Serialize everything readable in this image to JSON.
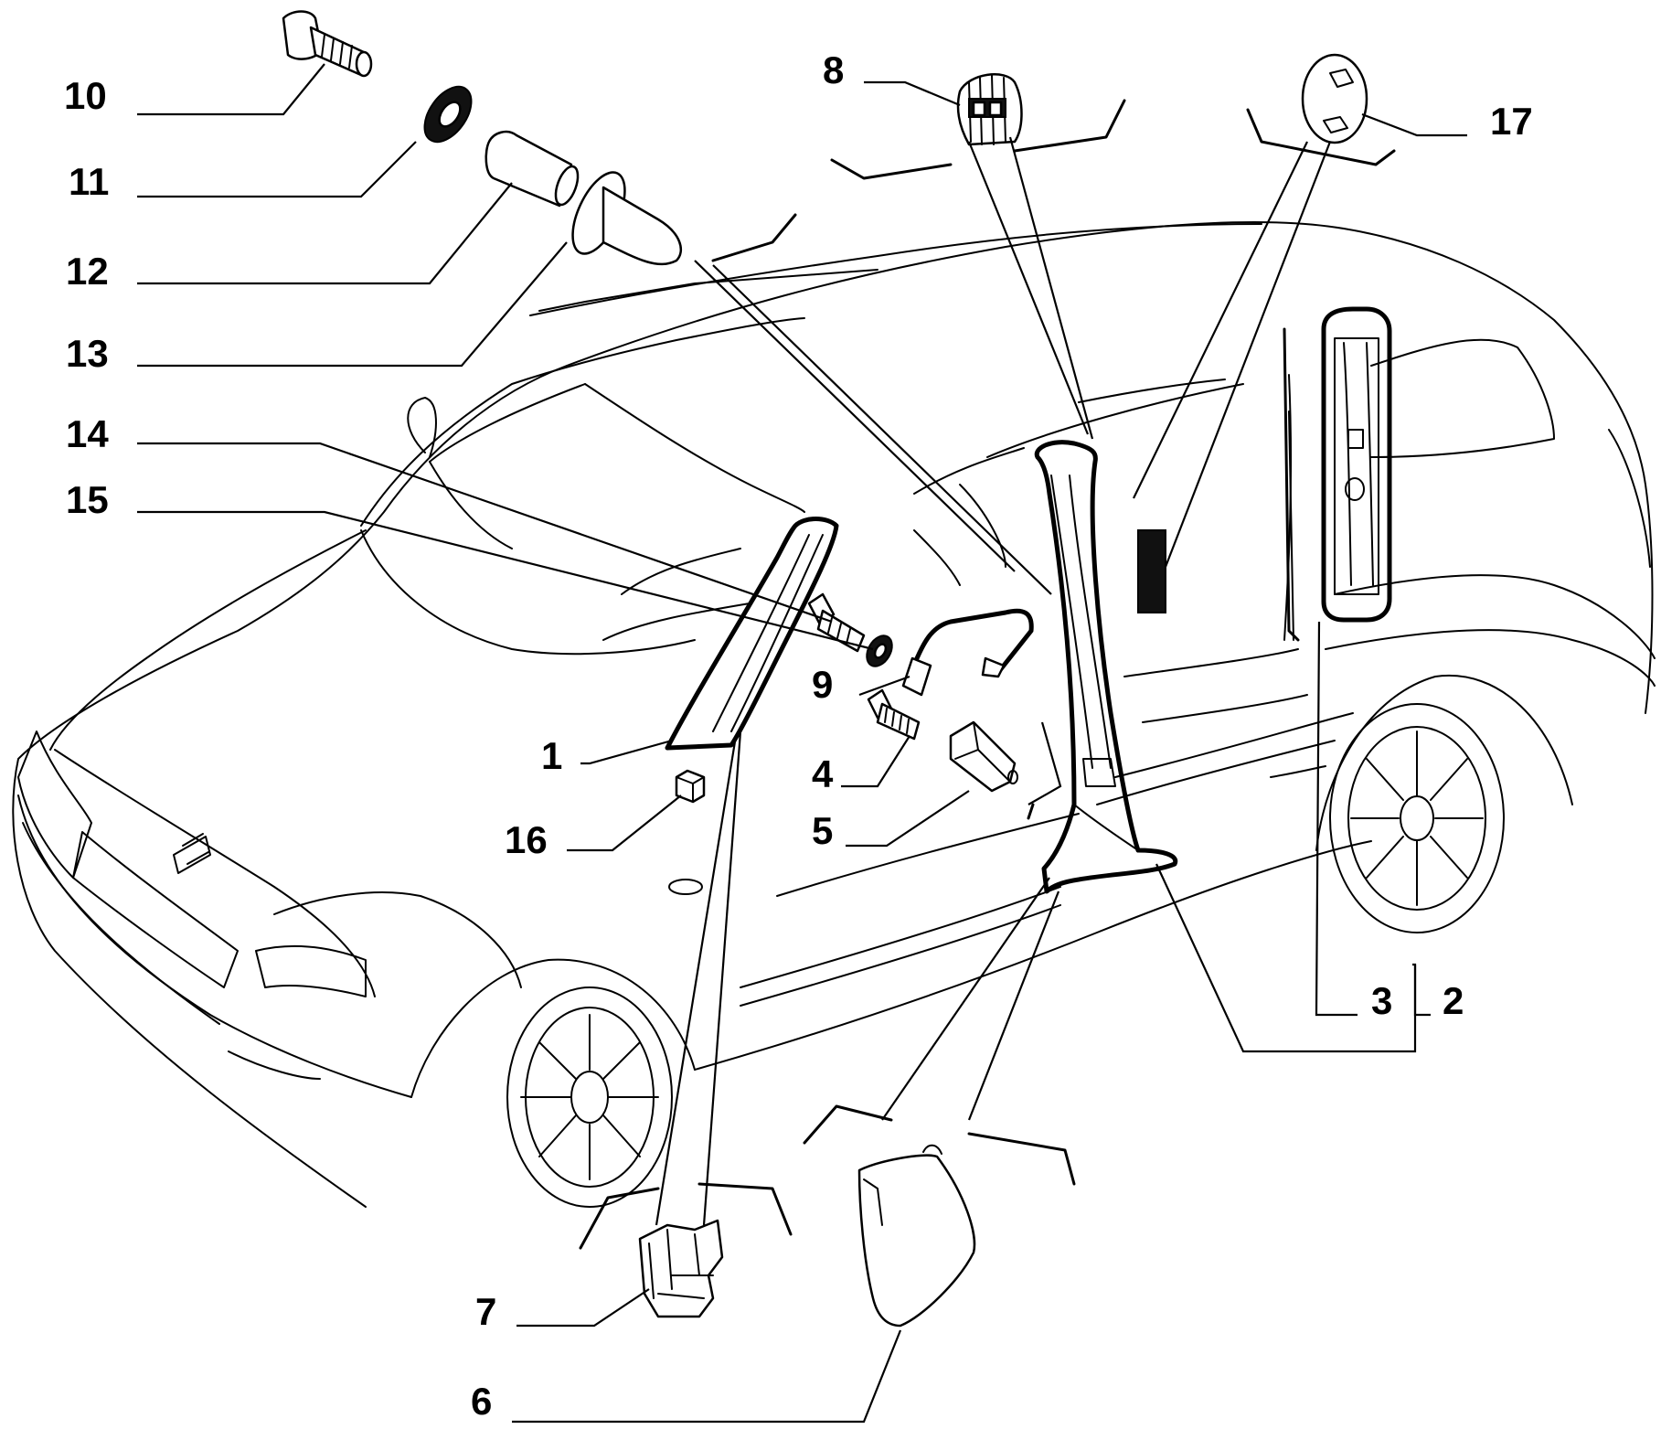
{
  "diagram": {
    "callouts": [
      {
        "id": "1",
        "text": "1"
      },
      {
        "id": "2",
        "text": "2"
      },
      {
        "id": "3",
        "text": "3"
      },
      {
        "id": "4",
        "text": "4"
      },
      {
        "id": "5",
        "text": "5"
      },
      {
        "id": "6",
        "text": "6"
      },
      {
        "id": "7",
        "text": "7"
      },
      {
        "id": "8",
        "text": "8"
      },
      {
        "id": "9",
        "text": "9"
      },
      {
        "id": "10",
        "text": "10"
      },
      {
        "id": "11",
        "text": "11"
      },
      {
        "id": "12",
        "text": "12"
      },
      {
        "id": "13",
        "text": "13"
      },
      {
        "id": "14",
        "text": "14"
      },
      {
        "id": "15",
        "text": "15"
      },
      {
        "id": "16",
        "text": "16"
      },
      {
        "id": "17",
        "text": "17"
      }
    ],
    "colors": {
      "line": "#000000",
      "background": "#ffffff"
    }
  }
}
